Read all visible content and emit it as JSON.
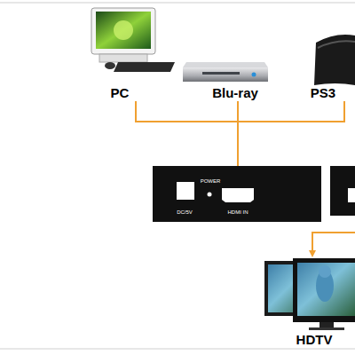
{
  "diagram": {
    "nodes": [
      {
        "text": [
          "PC"
        ]
      },
      {
        "text": [
          "Blu-ray"
        ]
      },
      {
        "text": [
          "PS3"
        ]
      },
      {
        "text": [
          "POWER",
          "DC/5V",
          "HDMI IN"
        ]
      },
      {
        "text": [
          "HDTV"
        ]
      }
    ],
    "edges": [
      {
        "from": 0,
        "to": 3,
        "arrow": "to"
      },
      {
        "from": 1,
        "to": 3,
        "arrow": "to"
      },
      {
        "from": 2,
        "to": 3,
        "arrow": "to"
      }
    ]
  }
}
